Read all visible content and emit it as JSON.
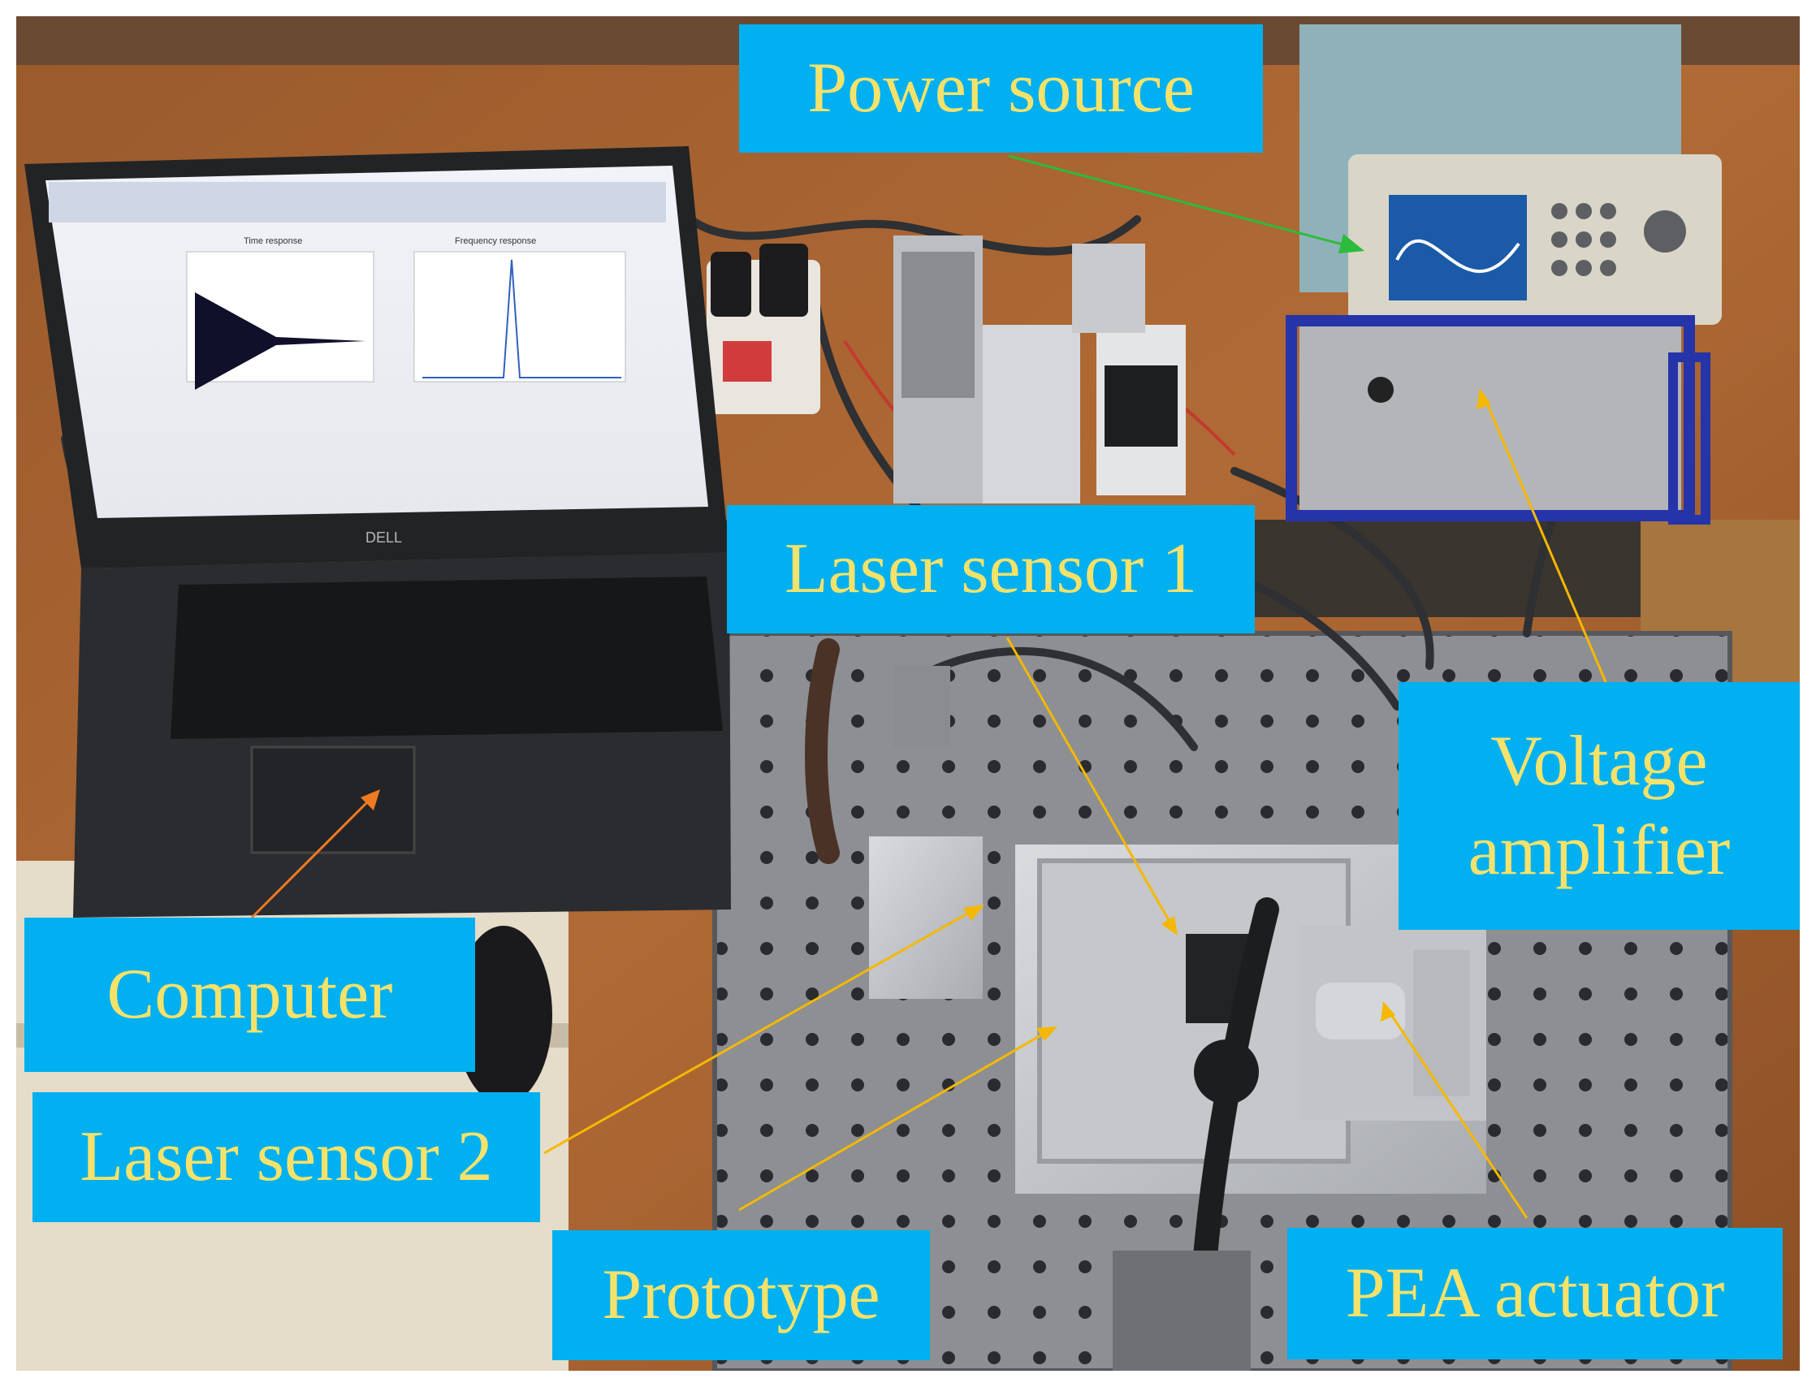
{
  "labels": {
    "power_source": "Power source",
    "laser_sensor_1": "Laser sensor 1",
    "voltage_amplifier_line1": "Voltage",
    "voltage_amplifier_line2": "amplifier",
    "computer": "Computer",
    "laser_sensor_2": "Laser sensor 2",
    "prototype": "Prototype",
    "pea_actuator": "PEA actuator"
  },
  "colors": {
    "label_background": "#00b0f0",
    "label_text": "#f5e26b",
    "arrow_orange": "#f07a22",
    "arrow_green": "#2dbb3b",
    "arrow_gold": "#f5b800"
  },
  "screen": {
    "left_panel_title": "Time response",
    "right_panel_title": "Frequency response"
  },
  "laptop_brand": "DELL"
}
